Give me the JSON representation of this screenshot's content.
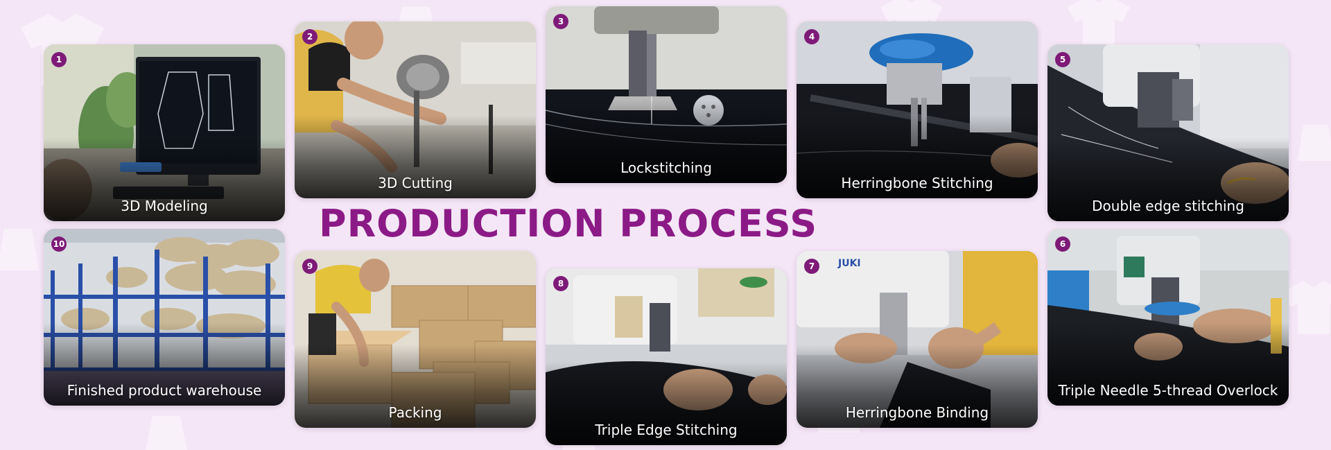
{
  "title": "PRODUCTION PROCESS",
  "colors": {
    "title": "#8b1a86",
    "badge": "#7e1a78",
    "background": "#f4e6f6",
    "caption": "#ffffff"
  },
  "steps": [
    {
      "number": "1",
      "label": "3D Modeling"
    },
    {
      "number": "2",
      "label": "3D Cutting"
    },
    {
      "number": "3",
      "label": "Lockstitching"
    },
    {
      "number": "4",
      "label": "Herringbone Stitching"
    },
    {
      "number": "5",
      "label": "Double edge stitching"
    },
    {
      "number": "6",
      "label": "Triple Needle 5-thread Overlock"
    },
    {
      "number": "7",
      "label": "Herringbone Binding"
    },
    {
      "number": "8",
      "label": "Triple Edge Stitching"
    },
    {
      "number": "9",
      "label": "Packing"
    },
    {
      "number": "10",
      "label": "Finished product warehouse"
    }
  ]
}
